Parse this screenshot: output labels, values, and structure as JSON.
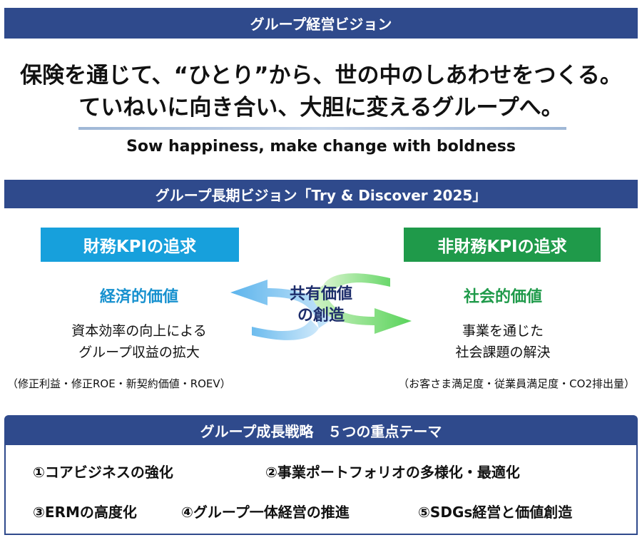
{
  "vision": {
    "header": "グループ経営ビジョン",
    "line1": "保険を通じて、“ひとり”から、世の中のしあわせをつくる。",
    "line2": "ていねいに向き合い、大胆に変えるグループへ。",
    "english": "Sow happiness, make change with boldness"
  },
  "long_term": {
    "header": "グループ長期ビジョン「Try & Discover 2025」",
    "financial": {
      "box": "財務KPIの追求",
      "value": "経済的価値",
      "desc_line1": "資本効率の向上による",
      "desc_line2": "グループ収益の拡大",
      "note": "（修正利益・修正ROE・新契約価値・ROEV）"
    },
    "non_financial": {
      "box": "非財務KPIの追求",
      "value": "社会的価値",
      "desc_line1": "事業を通じた",
      "desc_line2": "社会課題の解決",
      "note": "（お客さま満足度・従業員満足度・CO2排出量）"
    },
    "center_line1": "共有価値",
    "center_line2": "の創造"
  },
  "strategy": {
    "header": "グループ成長戦略　５つの重点テーマ",
    "themes": [
      "①コアビジネスの強化",
      "②事業ポートフォリオの多様化・最適化",
      "③ERMの高度化",
      "④グループ一体経営の推進",
      "⑤SDGs経営と価値創造"
    ]
  },
  "colors": {
    "header_bar": "#2f4a8c",
    "financial": "#17a0dc",
    "non_financial": "#1f9a4a",
    "center_text": "#1d2d6b"
  }
}
